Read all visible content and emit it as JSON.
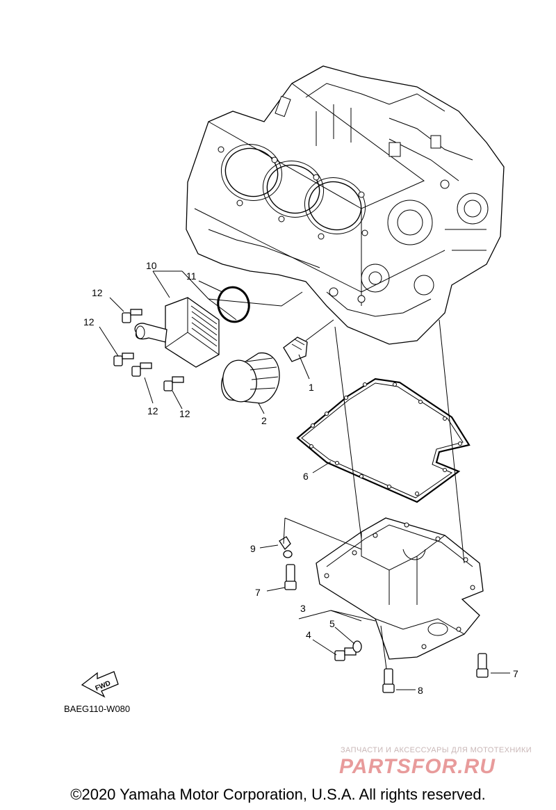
{
  "diagram": {
    "callouts": {
      "c1": "1",
      "c2": "2",
      "c3": "3",
      "c4": "4",
      "c5": "5",
      "c6": "6",
      "c7a": "7",
      "c7b": "7",
      "c8": "8",
      "c9": "9",
      "c10": "10",
      "c11": "11",
      "c12a": "12",
      "c12b": "12",
      "c12c": "12",
      "c12d": "12"
    },
    "fwd_label": "FWD",
    "diagram_code": "BAEG110-W080"
  },
  "watermark": {
    "tagline": "ЗАПЧАСТИ И АКСЕССУАРЫ ДЛЯ МОТОТЕХНИКИ",
    "logo": "PARTSFOR.RU"
  },
  "footer": {
    "copyright": "©2020 Yamaha Motor Corporation, U.S.A. All rights reserved."
  }
}
